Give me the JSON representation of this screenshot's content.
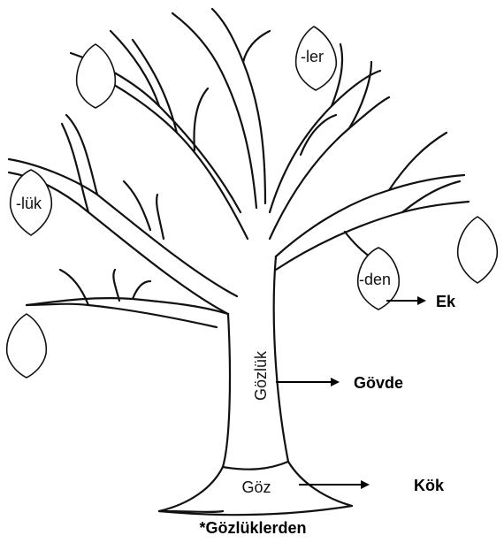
{
  "leaves": {
    "ler": "-ler",
    "luk": "-lük",
    "den": "-den"
  },
  "trunk_label": "Gözlük",
  "root_label": "Göz",
  "pointers": {
    "suffix": "Ek",
    "stem": "Gövde",
    "root": "Kök"
  },
  "caption": "*Gözlüklerden"
}
